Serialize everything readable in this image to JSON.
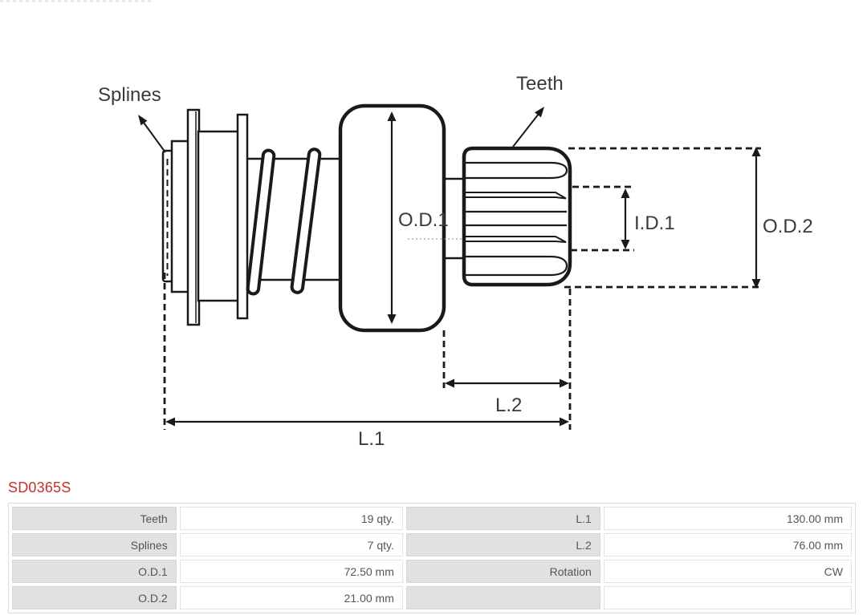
{
  "part": {
    "number": "SD0365S"
  },
  "diagram": {
    "labels": {
      "splines": "Splines",
      "teeth": "Teeth",
      "od1": "O.D.1",
      "id1": "I.D.1",
      "od2": "O.D.2",
      "l2": "L.2",
      "l1": "L.1"
    }
  },
  "table": {
    "rows": [
      {
        "c0": "Teeth",
        "c1": "19 qty.",
        "c2": "L.1",
        "c3": "130.00 mm"
      },
      {
        "c0": "Splines",
        "c1": "7 qty.",
        "c2": "L.2",
        "c3": "76.00 mm"
      },
      {
        "c0": "O.D.1",
        "c1": "72.50 mm",
        "c2": "Rotation",
        "c3": "CW"
      },
      {
        "c0": "O.D.2",
        "c1": "21.00 mm",
        "c2": "",
        "c3": ""
      }
    ]
  },
  "colors": {
    "part_number_red": "#c9302c",
    "drawing_stroke": "#1a1a1a",
    "table_label_bg": "#e1e1e1",
    "table_text": "#555555"
  }
}
